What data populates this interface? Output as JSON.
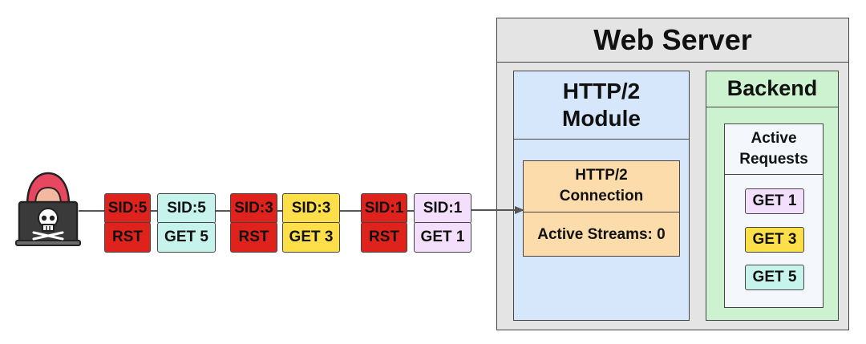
{
  "web_server": {
    "title": "Web Server"
  },
  "http2_module": {
    "title_line1": "HTTP/2",
    "title_line2": "Module"
  },
  "http2_connection": {
    "title_line1": "HTTP/2",
    "title_line2": "Connection",
    "active_streams_label": "Active Streams: 0"
  },
  "backend": {
    "title": "Backend",
    "active_requests_line1": "Active",
    "active_requests_line2": "Requests",
    "requests": [
      {
        "label": "GET 1",
        "color": "#f3defb"
      },
      {
        "label": "GET 3",
        "color": "#fddf4a"
      },
      {
        "label": "GET 5",
        "color": "#c6f3ec"
      }
    ]
  },
  "frames": [
    {
      "top": "SID:5",
      "bottom": "RST",
      "color": "#e0221c"
    },
    {
      "top": "SID:5",
      "bottom": "GET 5",
      "color": "#c6f3ec"
    },
    {
      "top": "SID:3",
      "bottom": "RST",
      "color": "#e0221c"
    },
    {
      "top": "SID:3",
      "bottom": "GET 3",
      "color": "#fddf4a"
    },
    {
      "top": "SID:1",
      "bottom": "RST",
      "color": "#e0221c"
    },
    {
      "top": "SID:1",
      "bottom": "GET 1",
      "color": "#f3defb"
    }
  ],
  "attacker": {
    "icon": "hacker-skull-icon"
  }
}
